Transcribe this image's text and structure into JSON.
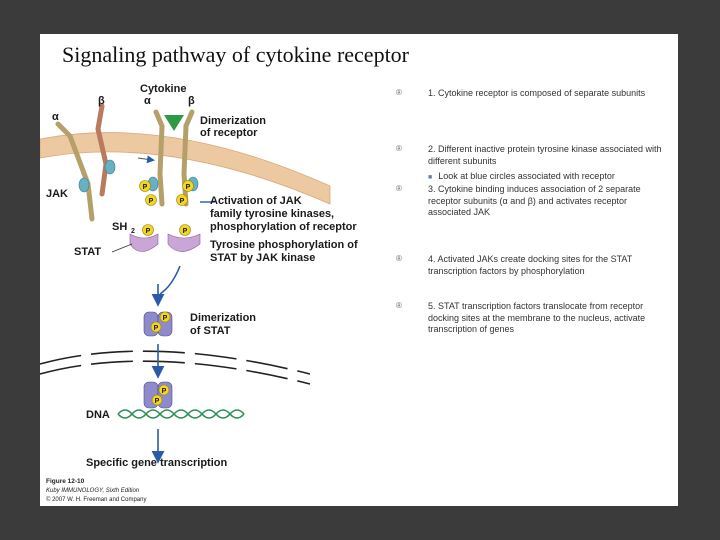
{
  "title": "Signaling pathway of cytokine receptor",
  "figure": {
    "labels": {
      "cytokine": "Cytokine",
      "alpha_left": "α",
      "beta_left": "β",
      "alpha_right": "α",
      "beta_right": "β",
      "alpha_far": "α",
      "jak": "JAK",
      "sh2": "SH",
      "sh2_sub": "2",
      "stat": "STAT",
      "dimerization_receptor_1": "Dimerization",
      "dimerization_receptor_2": "of receptor",
      "activation_1": "Activation of JAK",
      "activation_2": "family tyrosine kinases,",
      "activation_3": "phosphorylation of receptor",
      "tyrosine_1": "Tyrosine phosphorylation of",
      "tyrosine_2": "STAT by JAK kinase",
      "dimerization_stat_1": "Dimerization",
      "dimerization_stat_2": "of STAT",
      "dna": "DNA",
      "specific": "Specific gene transcription",
      "p": "P"
    },
    "caption": {
      "line1": "Figure 12-10",
      "line2": "Kuby IMMUNOLOGY, Sixth Edition",
      "line3": "© 2007 W. H. Freeman and Company"
    },
    "colors": {
      "membrane": "#ecc9a0",
      "receptor_alpha": "#b5a06a",
      "receptor_beta": "#b97a5e",
      "jak": "#69b0c4",
      "phosphate": "#f3d61e",
      "stat": "#c9a6d6",
      "stat_dimer": "#8f8ac9",
      "cytokine": "#2f9a46",
      "arrow": "#2b5aa8",
      "dna": "#2c8f5a"
    }
  },
  "bullets": [
    {
      "marker": "®",
      "text": "1.  Cytokine receptor is composed of separate subunits"
    },
    {
      "marker": "®",
      "text": "2.  Different inactive protein tyrosine kinase associated with different subunits"
    },
    {
      "marker": "®",
      "text": "3.  Cytokine binding induces association of 2 separate receptor subunits (α and β) and activates receptor associated JAK"
    },
    {
      "marker": "®",
      "text": "4.  Activated JAKs create docking sites for the STAT transcription factors by phosphorylation"
    },
    {
      "marker": "®",
      "text": "5.  STAT transcription factors translocate from receptor docking sites at the membrane to the nucleus, activate transcription of genes"
    }
  ],
  "sub_bullet": {
    "marker": "■",
    "text": "Look at blue circles associated with receptor"
  }
}
